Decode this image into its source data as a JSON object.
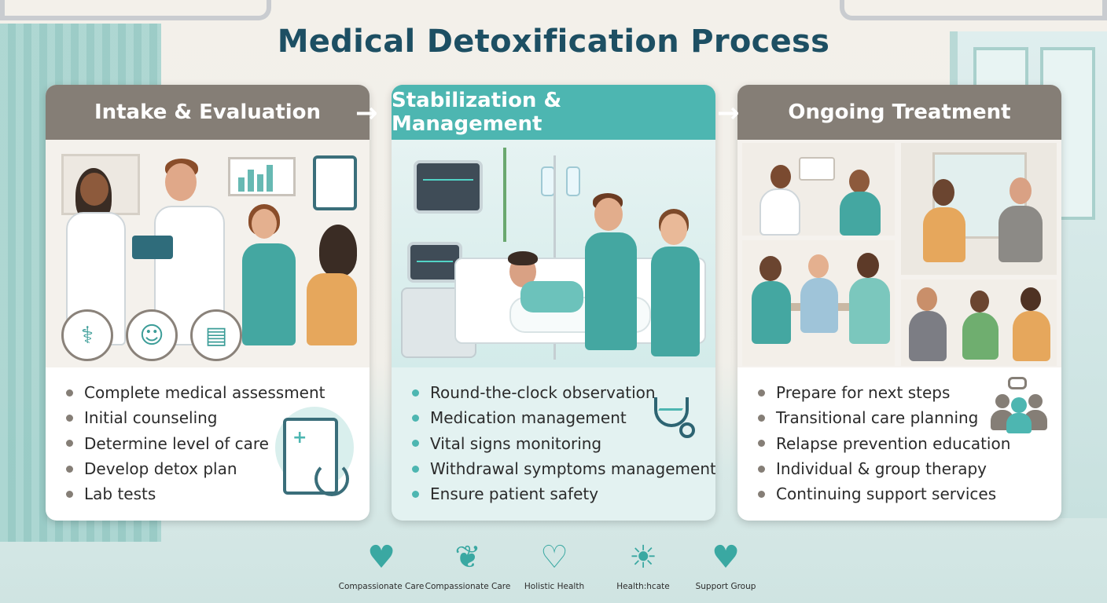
{
  "title": "Medical Detoxification Process",
  "colors": {
    "title": "#1d4f63",
    "stage_gray": "#857e76",
    "stage_teal": "#4db6b1",
    "accent": "#3aa8a2"
  },
  "arrow_glyph": "→",
  "stages": [
    {
      "title": "Intake & Evaluation",
      "items": [
        "Complete medical assessment",
        "Initial counseling",
        "Determine level of care",
        "Develop detox plan",
        "Lab tests"
      ],
      "icons": [
        "nurse-icon",
        "doctor-icon",
        "lab-report-icon",
        "clipboard-stethoscope-icon"
      ]
    },
    {
      "title": "Stabilization & Management",
      "items": [
        "Round-the-clock observation",
        "Medication management",
        "Vital signs monitoring",
        "Withdrawal symptoms management",
        "Ensure patient safety"
      ],
      "icons": [
        "stethoscope-icon"
      ]
    },
    {
      "title": "Ongoing Treatment",
      "items": [
        "Prepare for next steps",
        "Transitional care planning",
        "Relapse prevention education",
        "Individual & group therapy",
        "Continuing support services"
      ],
      "icons": [
        "support-group-icon"
      ]
    }
  ],
  "footer_icons": [
    {
      "icon": "hands-heart-icon",
      "label": "Compassionate Care"
    },
    {
      "icon": "hand-leaf-icon",
      "label": "Compassionate Care"
    },
    {
      "icon": "hands-heart-icon",
      "label": "Holistic Health"
    },
    {
      "icon": "lightbulb-leaves-icon",
      "label": "Health:hcate"
    },
    {
      "icon": "hands-heart-icon",
      "label": "Support Group"
    }
  ]
}
